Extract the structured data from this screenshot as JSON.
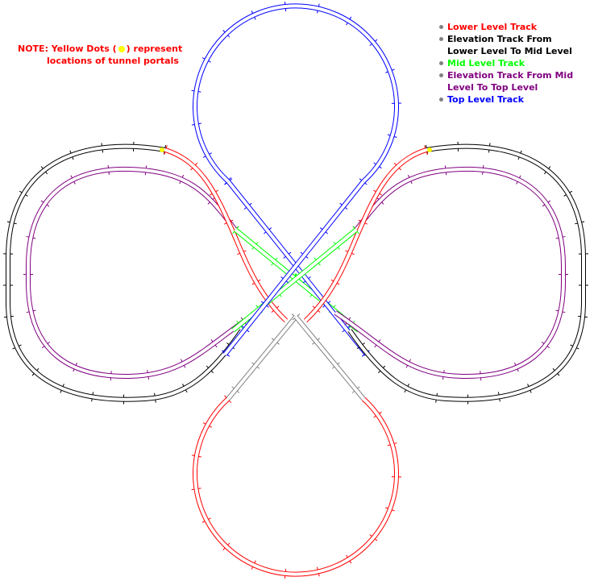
{
  "note": {
    "line1_pre": "NOTE: Yellow Dots (",
    "line1_post": ") represent",
    "line2": "locations of tunnel portals",
    "color": "#ff0000"
  },
  "legend": [
    {
      "line1": "Lower Level Track",
      "line2": "",
      "color": "#ff0000"
    },
    {
      "line1": "Elevation Track From",
      "line2": "Lower Level To Mid Level",
      "color": "#000000"
    },
    {
      "line1": "Mid Level Track",
      "line2": "",
      "color": "#00ff00"
    },
    {
      "line1": "Elevation Track From Mid",
      "line2": "Level To Top Level",
      "color": "#800080"
    },
    {
      "line1": "Top Level Track",
      "line2": "",
      "color": "#0000ff"
    }
  ],
  "colors": {
    "lower": "#ff0000",
    "elevation_lower_mid": "#000000",
    "mid": "#00ff00",
    "elevation_mid_top": "#800080",
    "top": "#0000ff",
    "connector": "#808080",
    "tunnel_portal": "#ffff00"
  }
}
